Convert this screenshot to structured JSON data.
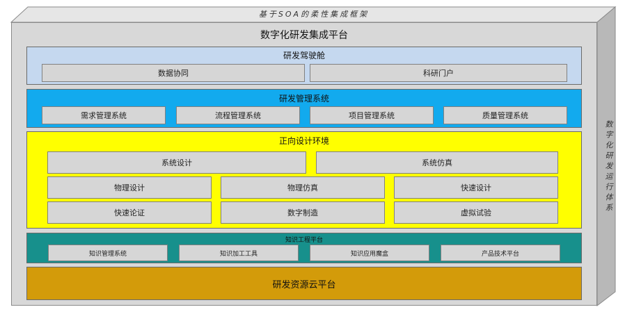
{
  "outer": {
    "top_label": "基于SOA的柔性集成框架",
    "side_label": "数字化研发运行体系",
    "title": "数字化研发集成平台"
  },
  "layers": {
    "cockpit": {
      "title": "研发驾驶舱",
      "items": [
        "数据协同",
        "科研门户"
      ]
    },
    "management": {
      "title": "研发管理系统",
      "items": [
        "需求管理系统",
        "流程管理系统",
        "项目管理系统",
        "质量管理系统"
      ]
    },
    "design": {
      "title": "正向设计环境",
      "row1": [
        "系统设计",
        "系统仿真"
      ],
      "row2": [
        "物理设计",
        "物理仿真",
        "快速设计"
      ],
      "row3": [
        "快速论证",
        "数字制造",
        "虚拟试验"
      ]
    },
    "knowledge": {
      "title": "知识工程平台",
      "items": [
        "知识管理系统",
        "知识加工工具",
        "知识应用魔盒",
        "产品技术平台"
      ]
    },
    "cloud": {
      "title": "研发资源云平台"
    }
  },
  "colors": {
    "cockpit": "#c5d8ef",
    "management": "#12aaee",
    "design": "#ffff00",
    "knowledge": "#17908c",
    "cloud": "#d39b0a",
    "box": "#d6d6d6",
    "frame": "#d8d8d8"
  }
}
